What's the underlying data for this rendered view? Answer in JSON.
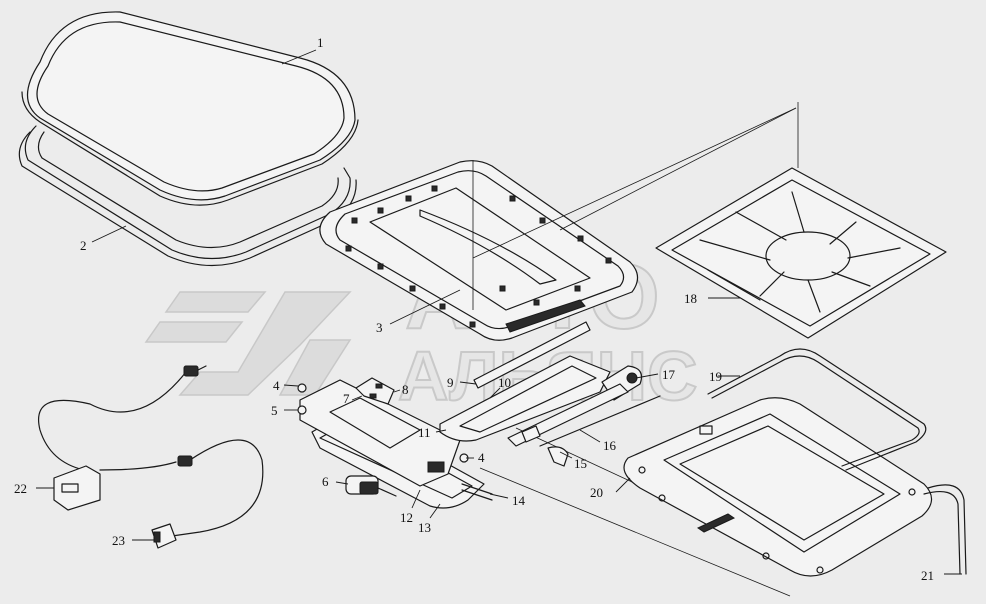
{
  "watermark": {
    "line1": "АВТО",
    "line2": "АЛЬЯНС"
  },
  "callouts": [
    {
      "id": "c1",
      "label": "1"
    },
    {
      "id": "c2",
      "label": "2"
    },
    {
      "id": "c3",
      "label": "3"
    },
    {
      "id": "c4a",
      "label": "4"
    },
    {
      "id": "c4b",
      "label": "4"
    },
    {
      "id": "c5",
      "label": "5"
    },
    {
      "id": "c6",
      "label": "6"
    },
    {
      "id": "c7",
      "label": "7"
    },
    {
      "id": "c8",
      "label": "8"
    },
    {
      "id": "c9",
      "label": "9"
    },
    {
      "id": "c10",
      "label": "10"
    },
    {
      "id": "c11",
      "label": "11"
    },
    {
      "id": "c12",
      "label": "12"
    },
    {
      "id": "c13",
      "label": "13"
    },
    {
      "id": "c14",
      "label": "14"
    },
    {
      "id": "c15",
      "label": "15"
    },
    {
      "id": "c16",
      "label": "16"
    },
    {
      "id": "c17",
      "label": "17"
    },
    {
      "id": "c18",
      "label": "18"
    },
    {
      "id": "c19",
      "label": "19"
    },
    {
      "id": "c20",
      "label": "20"
    },
    {
      "id": "c21",
      "label": "21"
    },
    {
      "id": "c22",
      "label": "22"
    },
    {
      "id": "c23",
      "label": "23"
    }
  ]
}
